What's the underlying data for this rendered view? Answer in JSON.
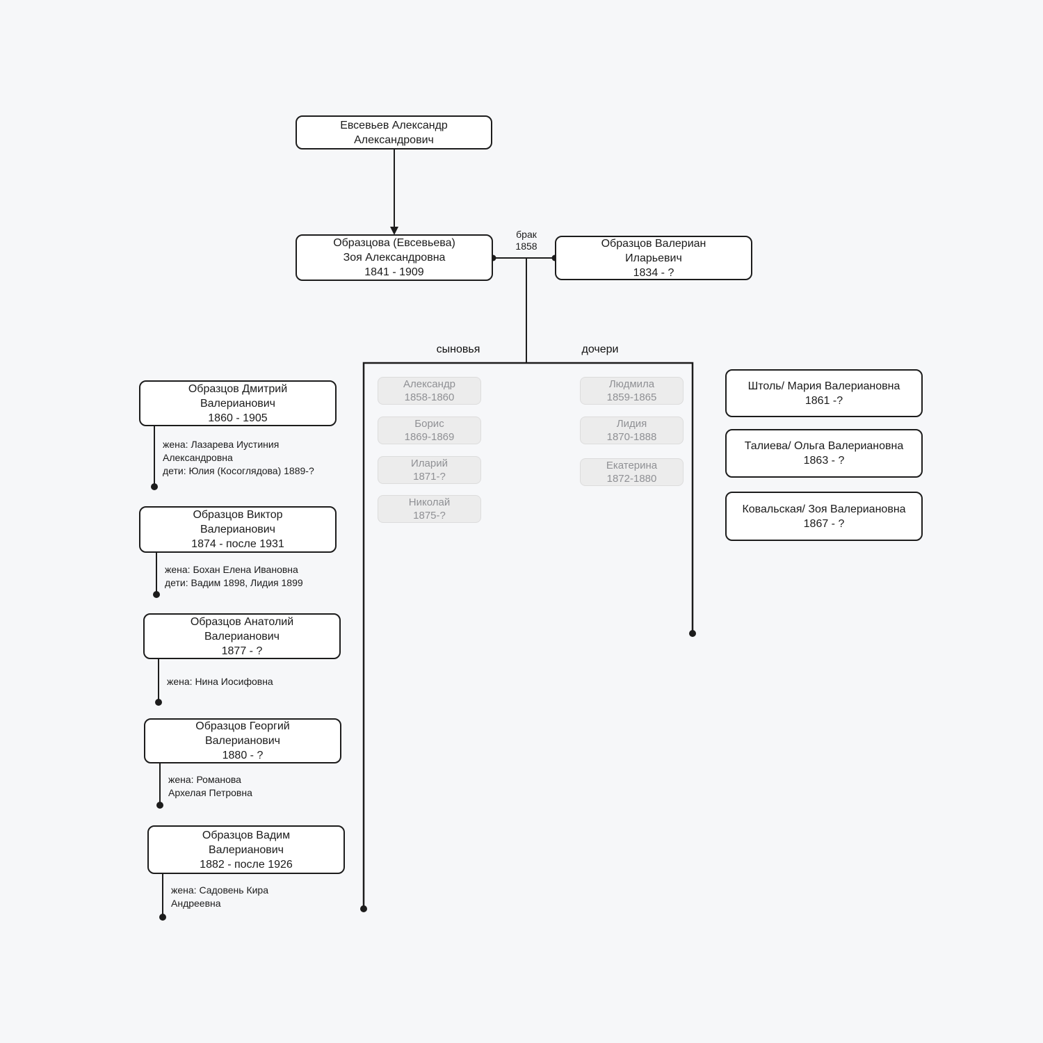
{
  "background_color": "#f6f7f9",
  "line_color": "#1c1c1c",
  "tree": {
    "grandfather": {
      "lines": [
        "Евсевьев Александр",
        "Александрович"
      ]
    },
    "mother": {
      "lines": [
        "Образцова (Евсевьева)",
        "Зоя Александровна",
        "1841 - 1909"
      ]
    },
    "father": {
      "lines": [
        "Образцов Валериан",
        "Иларьевич",
        "1834 - ?"
      ]
    },
    "marriage": {
      "label_lines": [
        "брак",
        "1858"
      ]
    },
    "group_labels": {
      "sons": "сыновья",
      "daughters": "дочери"
    },
    "sons_early": [
      {
        "lines": [
          "Александр",
          "1858-1860"
        ]
      },
      {
        "lines": [
          "Борис",
          "1869-1869"
        ]
      },
      {
        "lines": [
          "Иларий",
          "1871-?"
        ]
      },
      {
        "lines": [
          "Николай",
          "1875-?"
        ]
      }
    ],
    "daughters_early": [
      {
        "lines": [
          "Людмила",
          "1859-1865"
        ]
      },
      {
        "lines": [
          "Лидия",
          "1870-1888"
        ]
      },
      {
        "lines": [
          "Екатерина",
          "1872-1880"
        ]
      }
    ],
    "sons": [
      {
        "lines": [
          "Образцов Дмитрий",
          "Валерианович",
          "1860 - 1905"
        ],
        "note_lines": [
          "жена: Лазарева Иустиния",
          "Александровна",
          "дети: Юлия (Косоглядова) 1889-?"
        ]
      },
      {
        "lines": [
          "Образцов Виктор",
          "Валерианович",
          "1874 - после 1931"
        ],
        "note_lines": [
          "жена: Бохан Елена Ивановна",
          "дети: Вадим 1898, Лидия 1899"
        ]
      },
      {
        "lines": [
          "Образцов Анатолий",
          "Валерианович",
          "1877 - ?"
        ],
        "note_lines": [
          "жена: Нина Иосифовна"
        ]
      },
      {
        "lines": [
          "Образцов Георгий",
          "Валерианович",
          "1880 - ?"
        ],
        "note_lines": [
          "жена: Романова",
          "Архелая Петровна"
        ]
      },
      {
        "lines": [
          "Образцов Вадим",
          "Валерианович",
          "1882 - после 1926"
        ],
        "note_lines": [
          "жена: Садовень Кира",
          "Андреевна"
        ]
      }
    ],
    "daughters_married": [
      {
        "lines": [
          "Штоль/ Мария Валериановна",
          "1861 -?"
        ]
      },
      {
        "lines": [
          "Талиева/ Ольга Валериановна",
          "1863 - ?"
        ]
      },
      {
        "lines": [
          "Ковальская/ Зоя Валериановна",
          "1867 - ?"
        ]
      }
    ]
  }
}
